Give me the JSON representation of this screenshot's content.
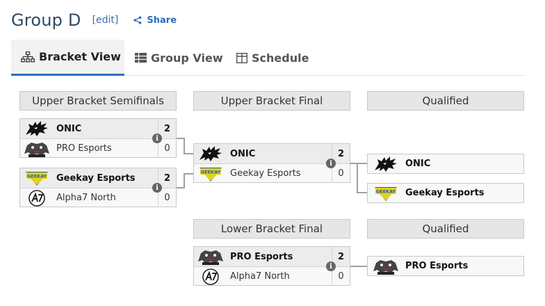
{
  "page": {
    "title": "Group D",
    "edit_label": "[edit]",
    "share_label": "Share"
  },
  "tabs": [
    {
      "label": "Bracket View",
      "icon": "bracket-icon",
      "active": true
    },
    {
      "label": "Group View",
      "icon": "table-icon",
      "active": false
    },
    {
      "label": "Schedule",
      "icon": "calendar-icon",
      "active": false
    }
  ],
  "columns": {
    "ub_semis": "Upper Bracket Semifinals",
    "ub_final": "Upper Bracket Final",
    "qualified_1": "Qualified",
    "lb_final": "Lower Bracket Final",
    "qualified_2": "Qualified"
  },
  "matches": {
    "ub_semi_1": {
      "team1": {
        "name": "ONIC",
        "score": "2",
        "logo": "onic-logo"
      },
      "team2": {
        "name": "PRO Esports",
        "score": "0",
        "logo": "pro-esports-logo"
      }
    },
    "ub_semi_2": {
      "team1": {
        "name": "Geekay Esports",
        "score": "2",
        "logo": "geekay-logo"
      },
      "team2": {
        "name": "Alpha7 North",
        "score": "0",
        "logo": "alpha7-logo"
      }
    },
    "ub_final": {
      "team1": {
        "name": "ONIC",
        "score": "2",
        "logo": "onic-logo"
      },
      "team2": {
        "name": "Geekay Esports",
        "score": "0",
        "logo": "geekay-logo"
      }
    },
    "lb_final": {
      "team1": {
        "name": "PRO Esports",
        "score": "2",
        "logo": "pro-esports-logo"
      },
      "team2": {
        "name": "Alpha7 North",
        "score": "0",
        "logo": "alpha7-logo"
      }
    }
  },
  "qualified": [
    {
      "name": "ONIC",
      "logo": "onic-logo"
    },
    {
      "name": "Geekay Esports",
      "logo": "geekay-logo"
    },
    {
      "name": "PRO Esports",
      "logo": "pro-esports-logo"
    }
  ],
  "info_glyph": "i"
}
